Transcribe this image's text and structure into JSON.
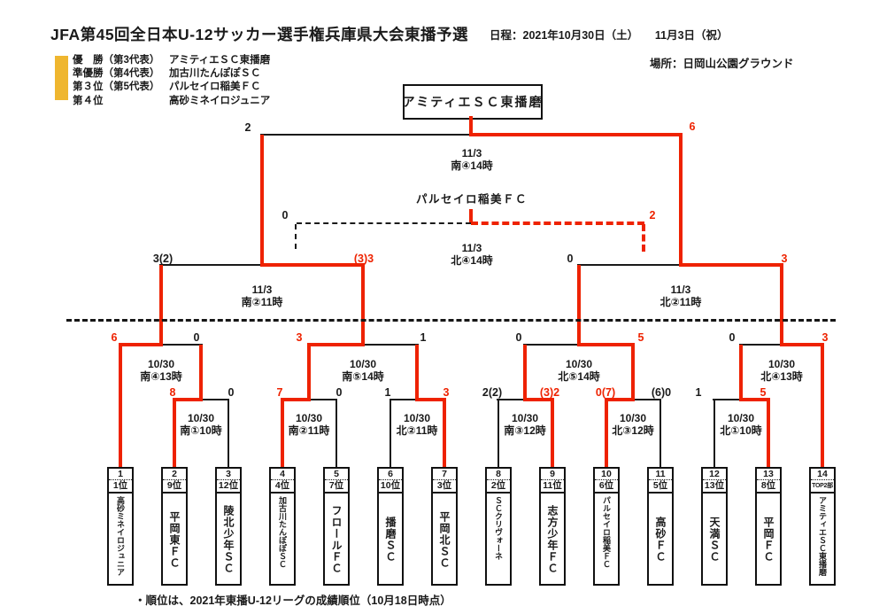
{
  "colors": {
    "line_black": "#1a1a1a",
    "winner_red": "#ee2200",
    "legend_yellow": "#efb62f"
  },
  "header": {
    "title": "JFA第45回全日本U-12サッカー選手権兵庫県大会東播予選",
    "schedule": "日程：2021年10月30日（土）　　11月3日（祝）",
    "venue": "場所：日岡山公園グラウンド"
  },
  "legend": {
    "rows": [
      {
        "rank": "優　勝（第3代表）",
        "team": "アミティエＳＣ東播磨"
      },
      {
        "rank": "準優勝（第4代表）",
        "team": "加古川たんぽぽＳＣ"
      },
      {
        "rank": "第３位（第5代表）",
        "team": "パルセイロ稲美ＦＣ"
      },
      {
        "rank": "第４位",
        "team": "高砂ミネイロジュニア"
      }
    ]
  },
  "champion": {
    "name": "アミティエＳＣ東播磨"
  },
  "third_place": {
    "winner": "パルセイロ稲美ＦＣ"
  },
  "matches": {
    "final": {
      "date": "11/3",
      "venue": "南④14時",
      "score_left": "2",
      "score_right": "6"
    },
    "third": {
      "date": "11/3",
      "venue": "北④14時",
      "score_left": "0",
      "score_right": "2"
    },
    "sf1": {
      "date": "11/3",
      "venue": "南②11時",
      "score_left": "3(2)",
      "score_right": "(3)3"
    },
    "sf2": {
      "date": "11/3",
      "venue": "北②11時",
      "score_left": "0",
      "score_right": "3"
    },
    "qf1": {
      "date": "10/30",
      "venue": "南④13時",
      "score_left": "6",
      "score_right": "0"
    },
    "qf2": {
      "date": "10/30",
      "venue": "南⑤14時",
      "score_left": "3",
      "score_right": "1"
    },
    "qf3": {
      "date": "10/30",
      "venue": "北⑤14時",
      "score_left": "0",
      "score_right": "5"
    },
    "qf4": {
      "date": "10/30",
      "venue": "北④13時",
      "score_left": "0",
      "score_right": "3"
    },
    "r1a": {
      "date": "10/30",
      "venue": "南①10時",
      "score_left": "8",
      "score_right": "0"
    },
    "r1b": {
      "date": "10/30",
      "venue": "南②11時",
      "score_left": "7",
      "score_right": "0"
    },
    "r1c": {
      "date": "10/30",
      "venue": "北②11時",
      "score_left": "1",
      "score_right": "3"
    },
    "r1d": {
      "date": "10/30",
      "venue": "南③12時",
      "score_left": "2(2)",
      "score_right": "(3)2"
    },
    "r1e": {
      "date": "10/30",
      "venue": "北③12時",
      "score_left": "0(7)",
      "score_right": "(6)0"
    },
    "r1f": {
      "date": "10/30",
      "venue": "北①10時",
      "score_left": "1",
      "score_right": "5"
    }
  },
  "teams": [
    {
      "number": "1",
      "rank": "1位",
      "name": "高砂ミネイロジュニア"
    },
    {
      "number": "2",
      "rank": "9位",
      "name": "平岡東ＦＣ"
    },
    {
      "number": "3",
      "rank": "12位",
      "name": "陵北少年ＳＣ"
    },
    {
      "number": "4",
      "rank": "4位",
      "name": "加古川たんぽぽＳＣ"
    },
    {
      "number": "5",
      "rank": "7位",
      "name": "フロールＦＣ"
    },
    {
      "number": "6",
      "rank": "10位",
      "name": "播磨ＳＣ"
    },
    {
      "number": "7",
      "rank": "3位",
      "name": "平岡北ＳＣ"
    },
    {
      "number": "8",
      "rank": "2位",
      "name": "ＳＣクリヴォーネ"
    },
    {
      "number": "9",
      "rank": "11位",
      "name": "志方少年ＦＣ"
    },
    {
      "number": "10",
      "rank": "6位",
      "name": "パルセイロ稲美ＦＣ"
    },
    {
      "number": "11",
      "rank": "5位",
      "name": "高砂ＦＣ"
    },
    {
      "number": "12",
      "rank": "13位",
      "name": "天満ＳＣ"
    },
    {
      "number": "13",
      "rank": "8位",
      "name": "平岡ＦＣ"
    },
    {
      "number": "14",
      "rank": "TOP2部",
      "name": "アミティエＳＣ東播磨"
    }
  ],
  "footnote": "・順位は、2021年東播U-12リーグの成績順位（10月18日時点）"
}
